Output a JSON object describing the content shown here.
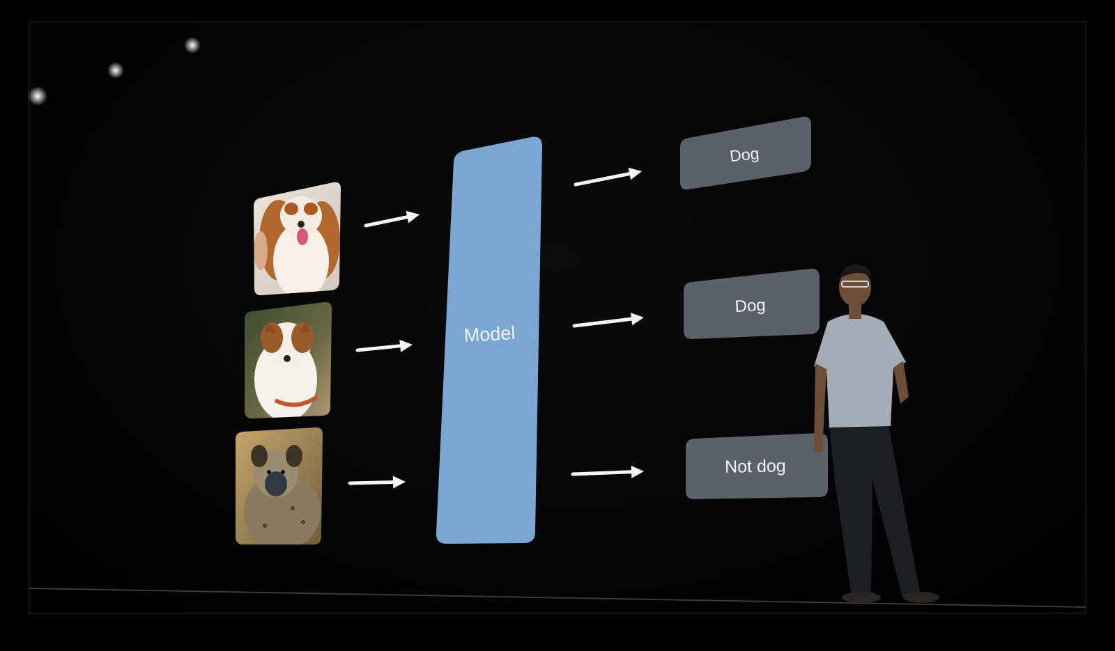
{
  "diagram": {
    "model_label": "Model",
    "model_color": "#79a7d1",
    "output_box_color": "#5c6068",
    "arrow_color": "#f4f4f4",
    "inputs": [
      {
        "name": "cavalier-dog-photo-icon",
        "subject": "dog"
      },
      {
        "name": "collie-dog-photo-icon",
        "subject": "dog"
      },
      {
        "name": "hyena-photo-icon",
        "subject": "hyena"
      }
    ],
    "outputs": [
      {
        "label": "Dog"
      },
      {
        "label": "Dog"
      },
      {
        "label": "Not dog"
      }
    ]
  }
}
